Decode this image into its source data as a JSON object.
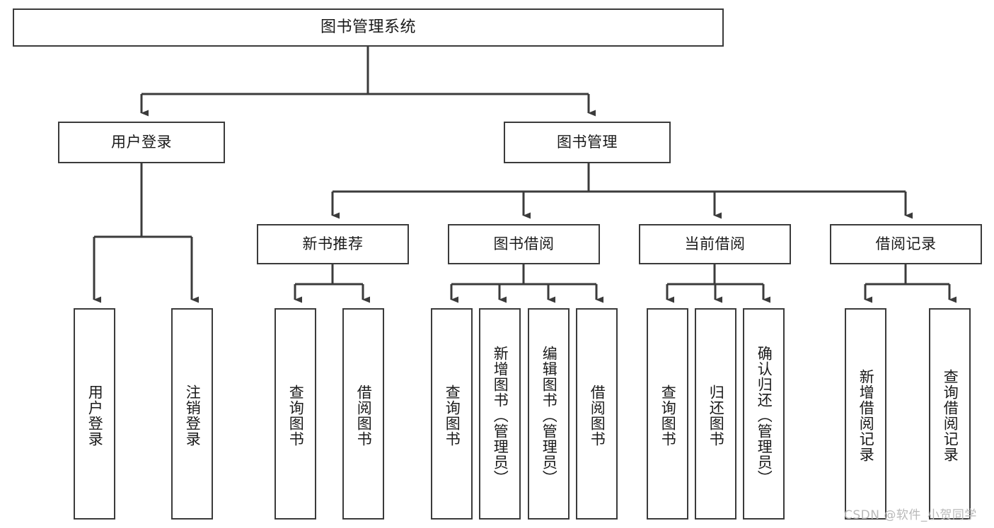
{
  "diagram": {
    "title": "图书管理系统",
    "type": "tree-hierarchy",
    "watermark": "CSDN @软件_小贺同学",
    "colors": {
      "stroke": "#3b3b3b",
      "background": "#ffffff",
      "text": "#1a1a1a",
      "watermark": "#b9b9b9"
    },
    "nodes": {
      "root": {
        "label": "图书管理系统"
      },
      "level1": [
        {
          "label": "用户登录"
        },
        {
          "label": "图书管理"
        }
      ],
      "level2": [
        {
          "label": "新书推荐"
        },
        {
          "label": "图书借阅"
        },
        {
          "label": "当前借阅"
        },
        {
          "label": "借阅记录"
        }
      ],
      "leaves_user_login": [
        {
          "label": "用户登录"
        },
        {
          "label": "注销登录"
        }
      ],
      "leaves_new_book": [
        {
          "label": "查询图书"
        },
        {
          "label": "借阅图书"
        }
      ],
      "leaves_borrow": [
        {
          "label": "查询图书"
        },
        {
          "label": "新增图书（管理员）"
        },
        {
          "label": "编辑图书（管理员）"
        },
        {
          "label": "借阅图书"
        }
      ],
      "leaves_current": [
        {
          "label": "查询图书"
        },
        {
          "label": "归还图书"
        },
        {
          "label": "确认归还（管理员）"
        }
      ],
      "leaves_record": [
        {
          "label": "新增借阅记录"
        },
        {
          "label": "查询借阅记录"
        }
      ]
    }
  }
}
